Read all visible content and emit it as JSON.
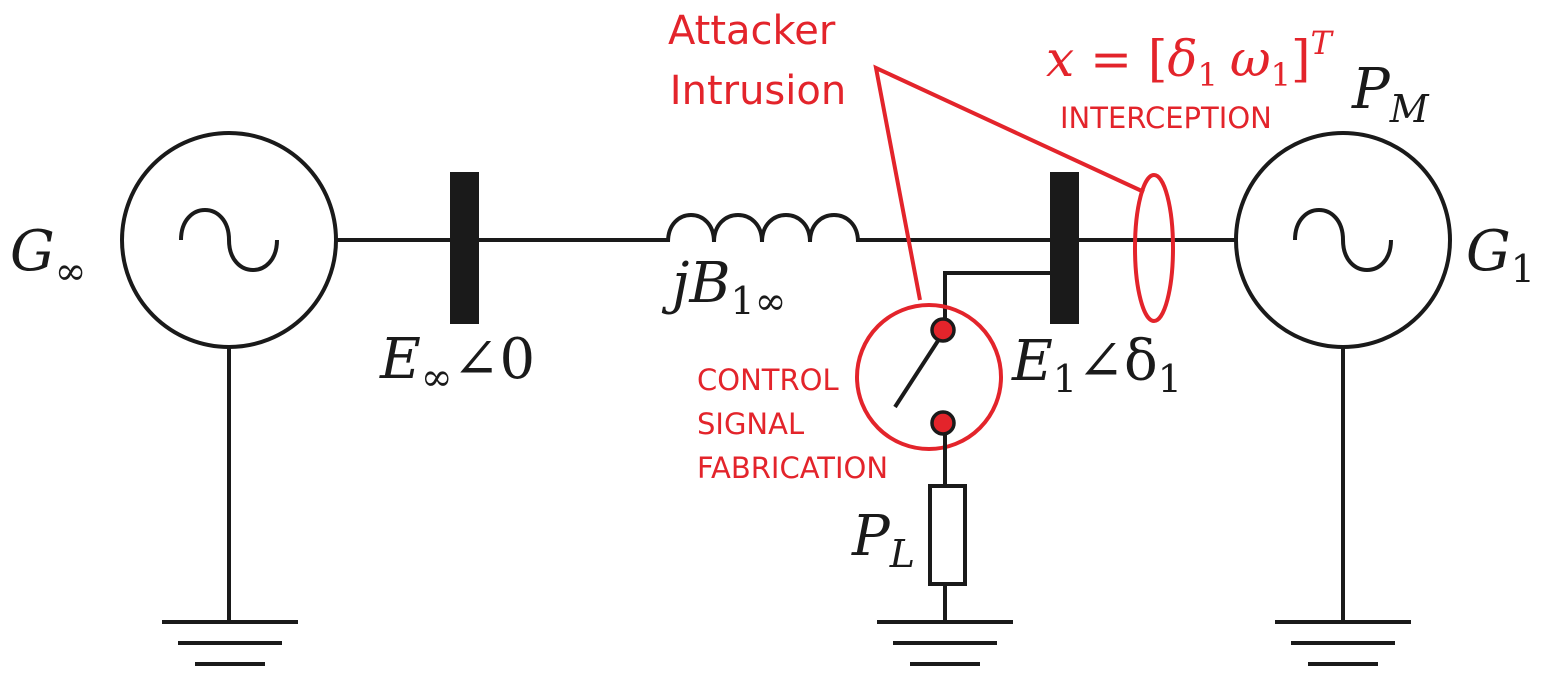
{
  "colors": {
    "wire": "#1a1a1a",
    "attack": "#e3242b",
    "background": "#ffffff"
  },
  "generators": {
    "left": {
      "symbol": "G",
      "sub": "∞",
      "icon": "ac-source-icon"
    },
    "right": {
      "symbol": "G",
      "sub": "1",
      "power_symbol": "P",
      "power_sub": "M",
      "icon": "ac-source-icon"
    }
  },
  "buses": {
    "left": {
      "voltage": "E",
      "sub": "∞",
      "angle": "∠0"
    },
    "right": {
      "voltage": "E",
      "sub": "1",
      "angle": "∠δ",
      "angle_sub": "1"
    }
  },
  "line": {
    "prefix": "jB",
    "sub": "1∞"
  },
  "load": {
    "symbol": "P",
    "sub": "L"
  },
  "attacks": {
    "intrusion": [
      "Attacker",
      "Intrusion"
    ],
    "interception": {
      "label": "INTERCEPTION",
      "state_lhs": "x",
      "state_eq": " = [",
      "state_d": "δ",
      "state_d_sub": "1",
      "state_w": "ω",
      "state_w_sub": "1",
      "state_close": "]",
      "state_sup": "T"
    },
    "fabrication": [
      "CONTROL",
      "SIGNAL",
      "FABRICATION"
    ]
  },
  "icons": [
    "ac-source-icon",
    "ground-icon",
    "switch-icon",
    "inductor-icon",
    "resistor-icon"
  ]
}
